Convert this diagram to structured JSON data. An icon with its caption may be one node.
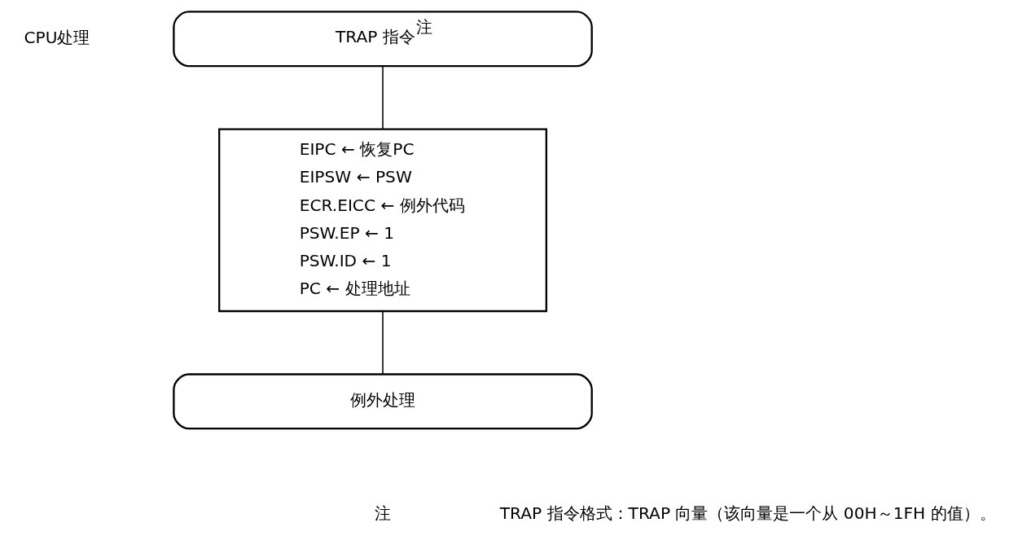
{
  "diagram": {
    "nodes": [
      {
        "text": [
          "TRAP 指令$^{注}$"
        ]
      },
      {
        "text": [
          "EIPC ← 恢复PC",
          "EIPSW ← PSW",
          "ECR.EICC ← 例外代码",
          "PSW.EP ← 1",
          "PSW.ID ← 1",
          "PC ← 处理地址"
        ]
      },
      {
        "text": [
          "例外处理"
        ]
      }
    ],
    "edges": [
      {
        "from": 0,
        "to": 1,
        "arrow": "none"
      },
      {
        "from": 1,
        "to": 2,
        "arrow": "none"
      }
    ],
    "labels": [
      "CPU处理",
      "注",
      "TRAP 指令格式：TRAP 向量（该向量是一个从 00H～1FH 的值）。"
    ]
  }
}
